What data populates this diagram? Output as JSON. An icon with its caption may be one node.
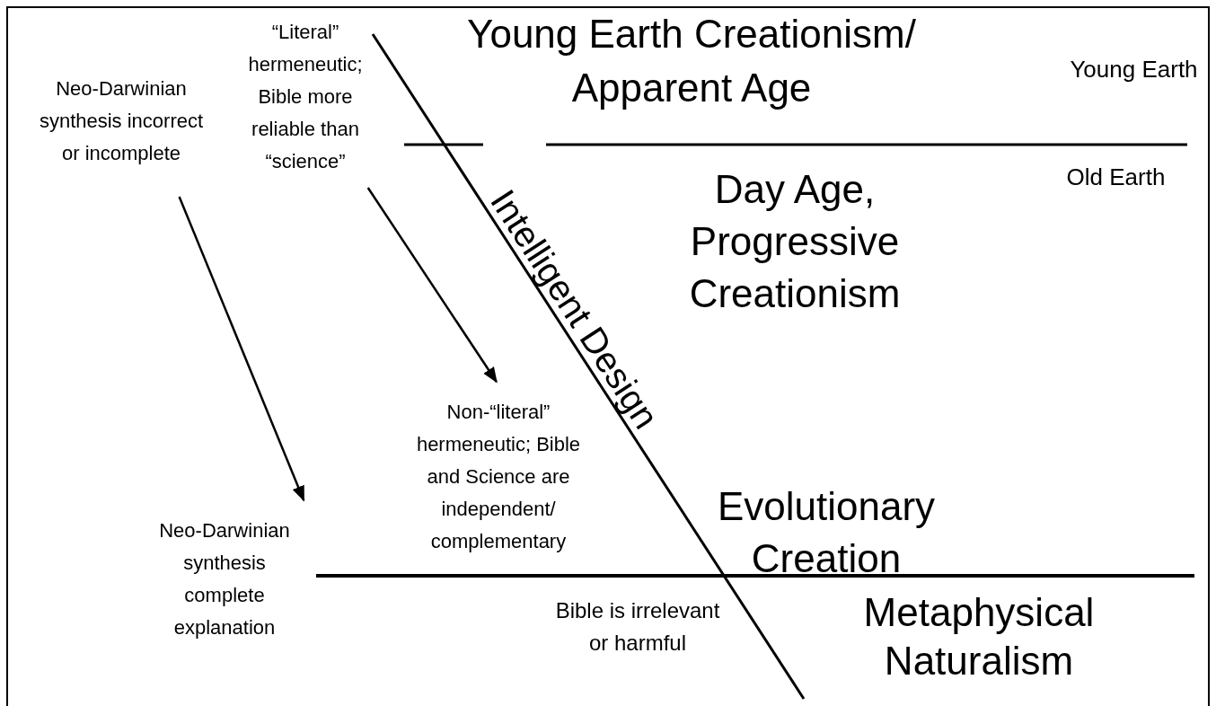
{
  "diagram": {
    "nodes": [
      {
        "text": [
          "Neo-Darwinian synthesis incorrect or incomplete"
        ]
      },
      {
        "text": [
          "“Literal” hermeneutic; Bible more reliable than “science”"
        ]
      },
      {
        "text": [
          "Non-“literal” hermeneutic; Bible and Science are independent/ complementary"
        ]
      },
      {
        "text": [
          "Neo-Darwinian synthesis complete explanation"
        ]
      }
    ],
    "edges": [
      {
        "from": 0,
        "to": 3,
        "arrow": "to"
      },
      {
        "from": 1,
        "to": 2,
        "arrow": "to"
      }
    ],
    "labels": [
      "Young Earth Creationism/ Apparent Age",
      "Young Earth",
      "Old Earth",
      "Day Age, Progressive Creationism",
      "Intelligent Design",
      "Evolutionary Creation",
      "Bible is irrelevant or harmful",
      "Metaphysical Naturalism"
    ]
  }
}
